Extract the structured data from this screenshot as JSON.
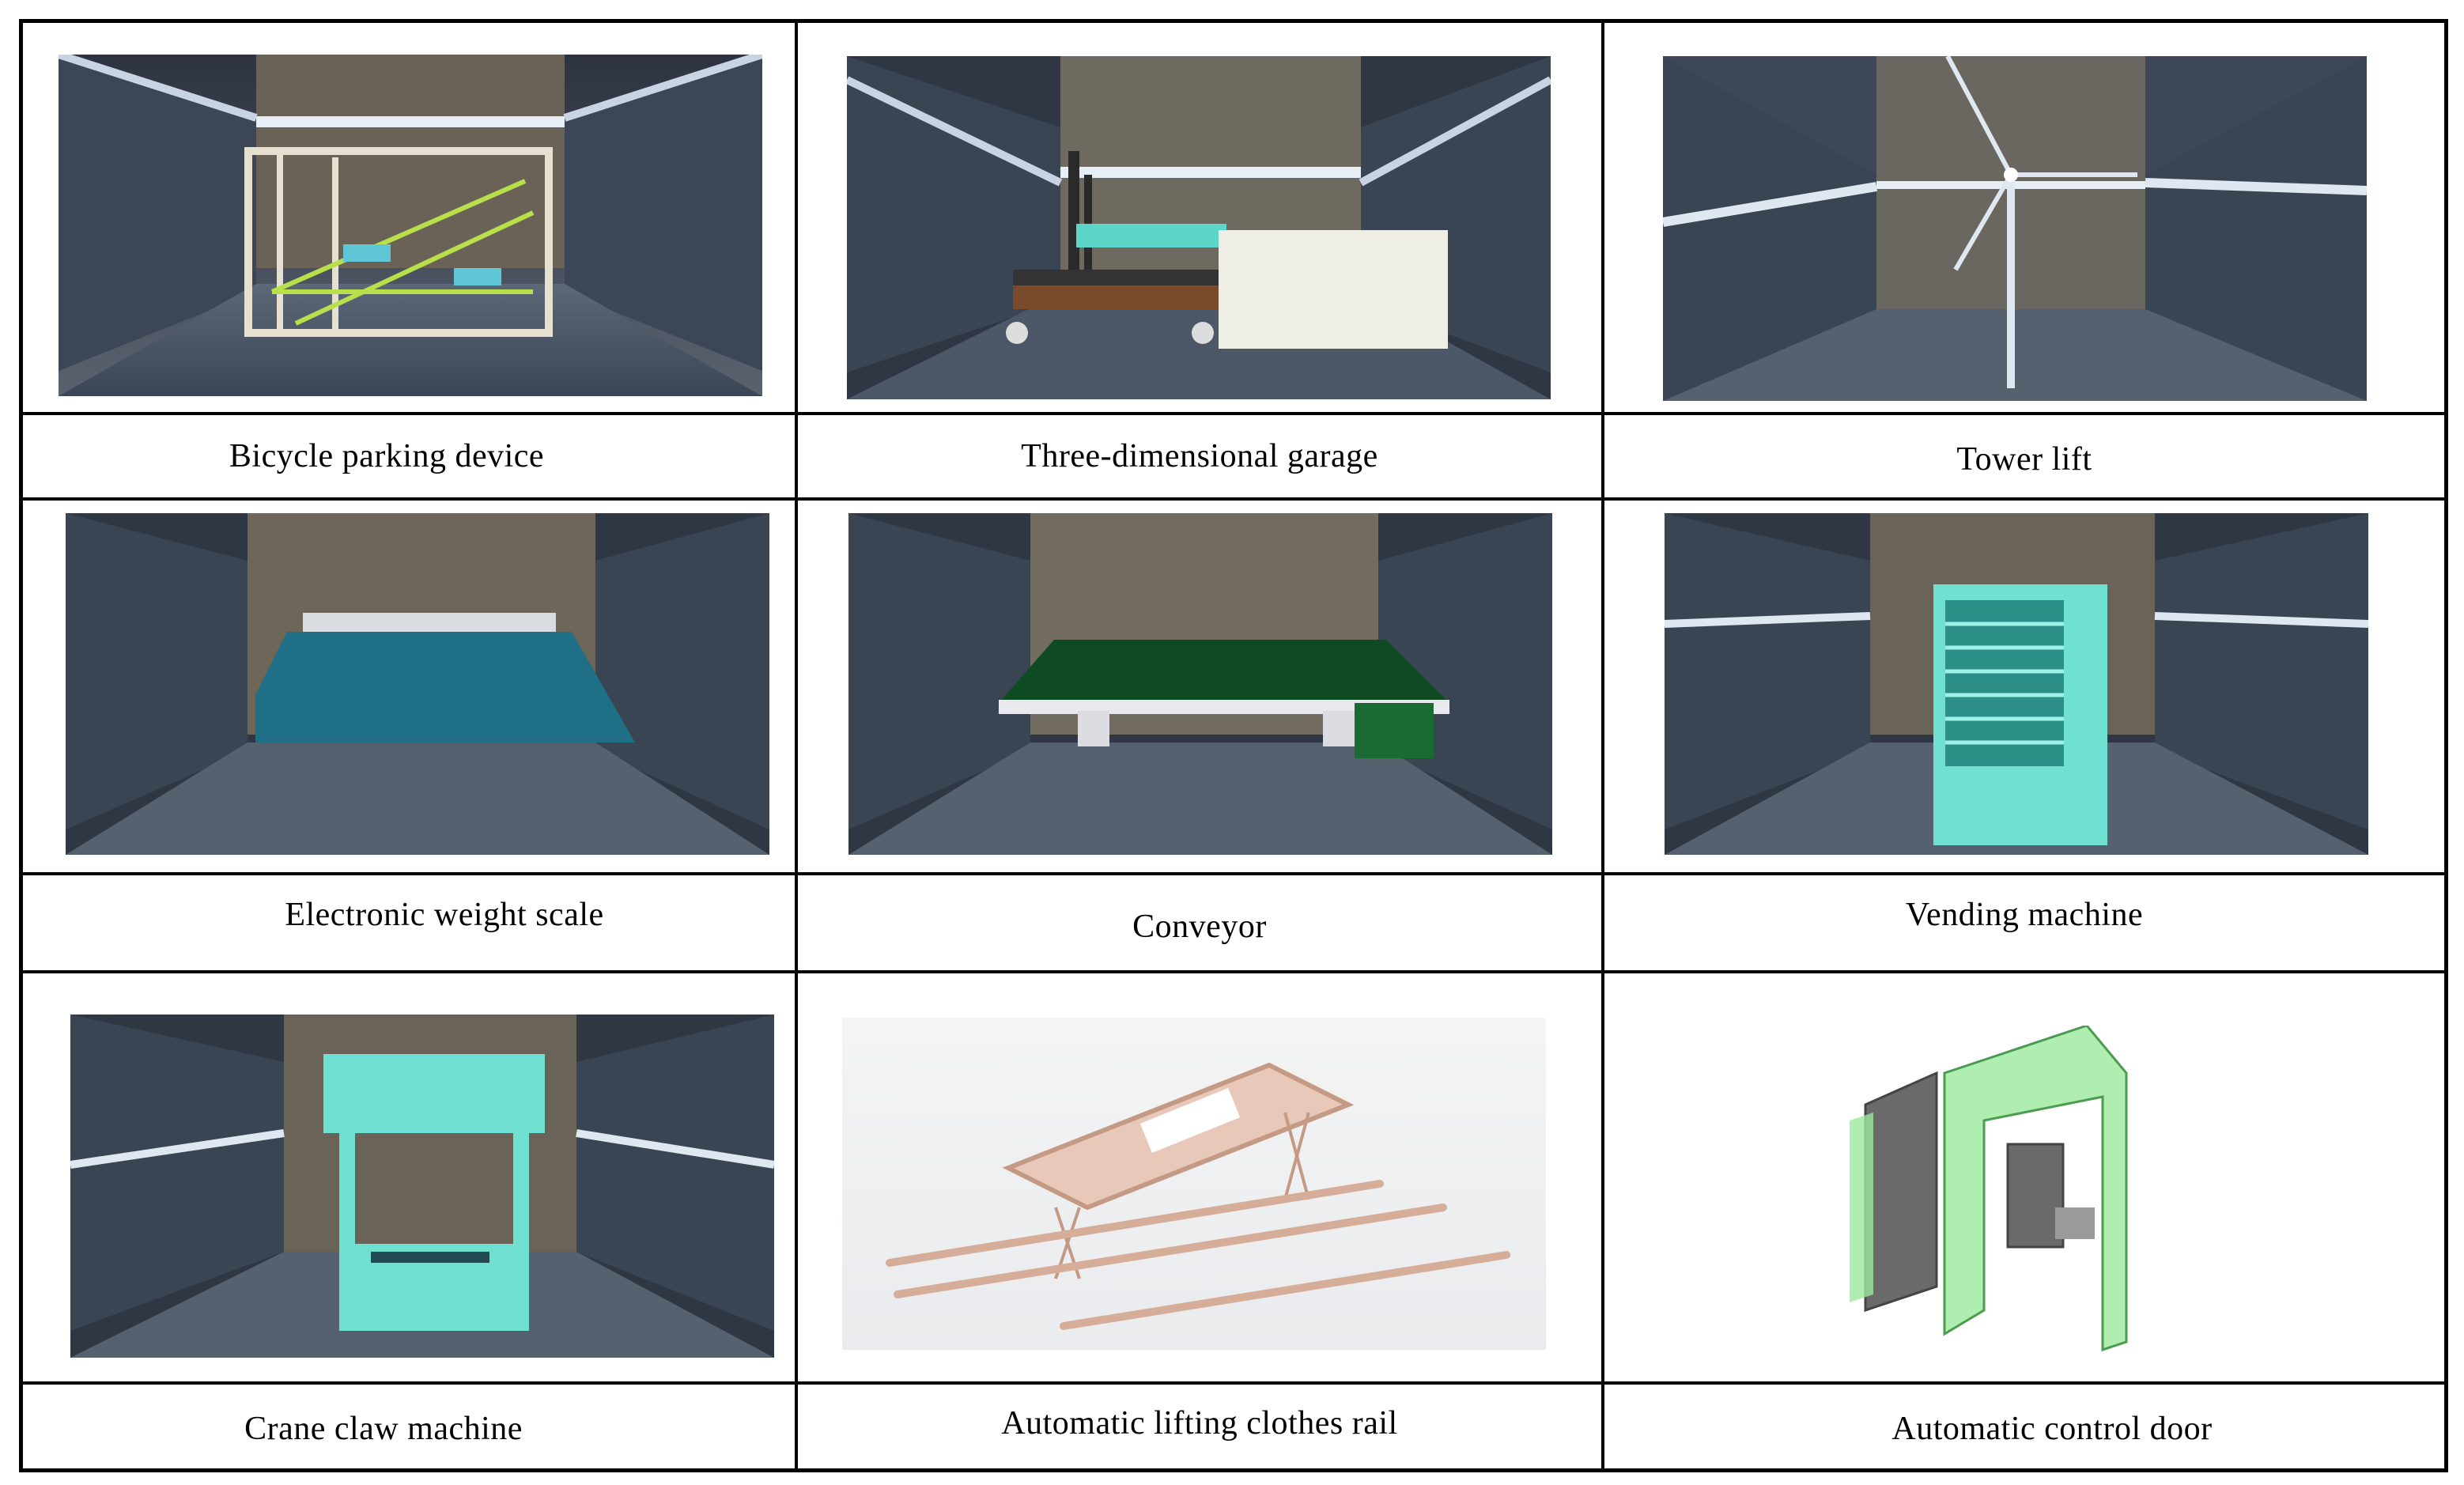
{
  "rows": [
    {
      "labels": [
        "Bicycle parking device",
        "Three-dimensional garage",
        "Tower lift"
      ]
    },
    {
      "labels": [
        "Electronic weight scale",
        "Conveyor",
        "Vending machine"
      ]
    },
    {
      "labels": [
        "Crane claw machine",
        "Automatic lifting clothes rail",
        "Automatic control door"
      ]
    }
  ]
}
